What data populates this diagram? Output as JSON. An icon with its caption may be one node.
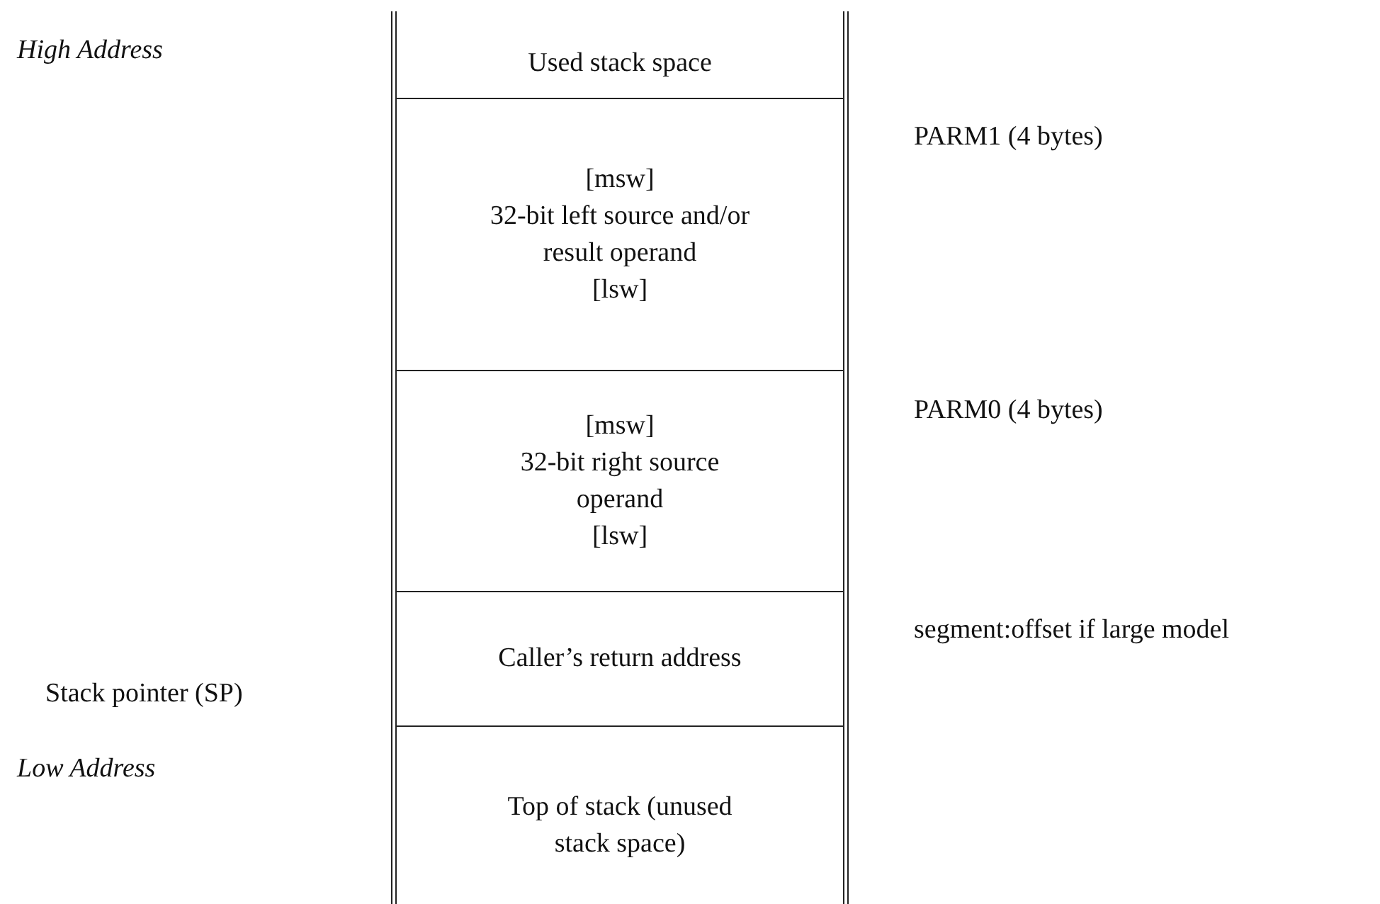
{
  "diagram": {
    "nodes": [
      {
        "text": [
          "Used stack space"
        ]
      },
      {
        "text": [
          "[msw]",
          "32-bit left source and/or result operand",
          "[lsw]"
        ],
        "beside": [
          "PARM1 (4 bytes)"
        ]
      },
      {
        "text": [
          "[msw]",
          "32-bit right source operand",
          "[lsw]"
        ],
        "beside": [
          "PARM0 (4 bytes)"
        ]
      },
      {
        "text": [
          "Caller’s return address"
        ],
        "beside": [
          "segment:offset if large model"
        ]
      },
      {
        "text": [
          "Top of stack (unused stack space)"
        ]
      }
    ],
    "edges": [],
    "labels": [
      "High Address",
      "Stack pointer (SP)",
      "Low Address"
    ]
  }
}
